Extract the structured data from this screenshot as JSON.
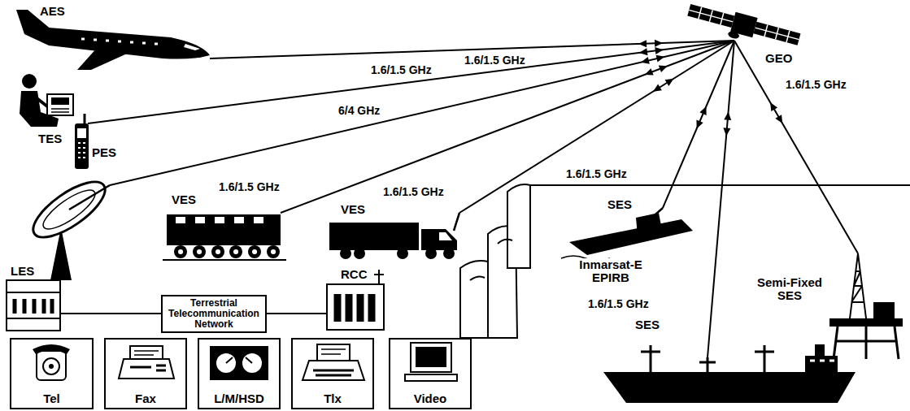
{
  "diagram": {
    "nodes": [
      {
        "text": [
          "Terrestrial Telecommunication Network"
        ]
      },
      {
        "text": [
          "Tel"
        ]
      },
      {
        "text": [
          "Fax"
        ]
      },
      {
        "text": [
          "L/M/HSD"
        ]
      },
      {
        "text": [
          "Tlx"
        ]
      },
      {
        "text": [
          "Video"
        ]
      }
    ],
    "labels": [
      "AES",
      "1.6/1.5 GHz",
      "GEO",
      "1.6/1.5 GHz",
      "1.6/1.5 GHz",
      "TES",
      "PES",
      "6/4 GHz",
      "1.6/1.5 GHz",
      "1.6/1.5 GHz",
      "1.6/1.5 GHz",
      "VES",
      "VES",
      "SES",
      "LES",
      "RCC",
      "Inmarsat-E EPIRB",
      "Semi-Fixed SES",
      "1.6/1.5 GHz",
      "SES"
    ]
  }
}
